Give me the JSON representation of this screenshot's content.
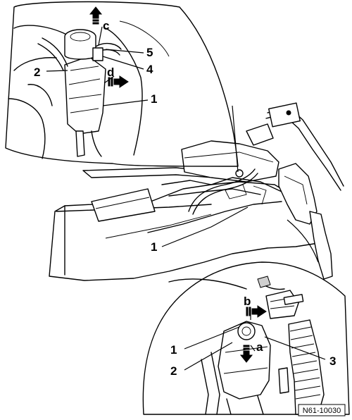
{
  "figure": {
    "reference_code": "N61-10030"
  },
  "labels": {
    "top_inset": {
      "c": "c",
      "five": "5",
      "four": "4",
      "two": "2",
      "d": "d",
      "one": "1"
    },
    "main_view": {
      "one": "1"
    },
    "bottom_inset": {
      "b": "b",
      "one": "1",
      "a": "a",
      "two": "2",
      "three": "3"
    }
  },
  "icons": {
    "arrow_up": "arrow-up-icon",
    "arrow_right": "arrow-right-icon",
    "arrow_down": "arrow-down-icon"
  },
  "colors": {
    "line": "#000000",
    "background": "#ffffff",
    "shade": "#cfcfcf"
  }
}
